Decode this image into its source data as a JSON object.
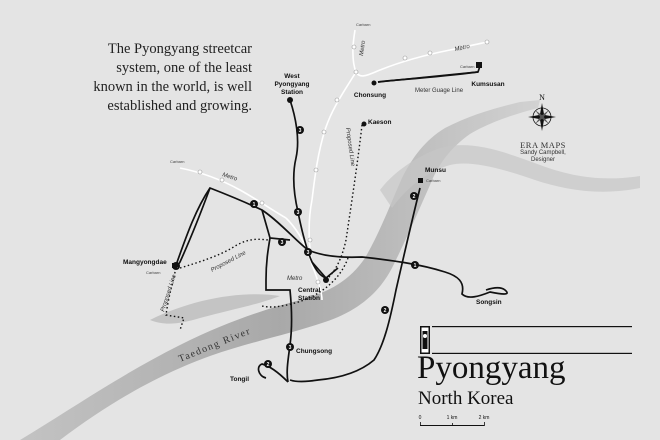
{
  "intro_text": "The Pyongyang streetcar system, one of the least known in the world, is well established and growing.",
  "title": "Pyongyang",
  "subtitle": "North Korea",
  "credit": {
    "name": "ERA MAPS",
    "line1": "Sandy Campbell,",
    "line2": "Designer"
  },
  "compass_label": "N",
  "river_label": "Taedong River",
  "places": {
    "west_pyongyang_1": "West",
    "west_pyongyang_2": "Pyongyang",
    "west_pyongyang_3": "Station",
    "chonsung": "Chonsung",
    "kumsusan": "Kumsusan",
    "kaeson": "Kaeson",
    "munsu": "Munsu",
    "mangyongdae": "Mangyongdae",
    "central_1": "Central",
    "central_2": "Station",
    "songsin": "Songsin",
    "chungsong": "Chungsong",
    "tongil": "Tongil"
  },
  "line_labels": {
    "metro_top": "Metro",
    "metro_right": "Metro",
    "metro_left": "Metro",
    "metro_center": "Metro",
    "meter_gauge": "Meter Guage Line",
    "proposed_kaeson": "Proposed Line",
    "proposed_west": "Proposed Line",
    "proposed_mangyongdae": "Proposed Line",
    "proposed_lower": "Proposed Line"
  },
  "carbarn_labels": {
    "top": "Carbarn",
    "kumsusan": "Carbarn",
    "left": "Carbarn",
    "mangyongdae": "Carbarn",
    "munsu": "Carbarn"
  },
  "route_numbers": {
    "r3_upper": "3",
    "r3_mid": "3",
    "r3_low": "3",
    "r1_west": "1",
    "r1_east": "1",
    "r1_mangy": "1",
    "r2_upper": "2",
    "r2_lower": "2",
    "r2_tongil": "2",
    "r4": "3"
  },
  "scale": {
    "l0": "0",
    "l1": "1 km",
    "l2": "2 km"
  },
  "colors": {
    "background": "#e4e4e4",
    "river": "#a8a8a8",
    "river_light": "#c4c4c4",
    "tram_line": "#111111",
    "metro_line": "#ffffff"
  },
  "icons": {
    "flag": "north-korea-flag-icon",
    "compass": "compass-rose-icon"
  }
}
